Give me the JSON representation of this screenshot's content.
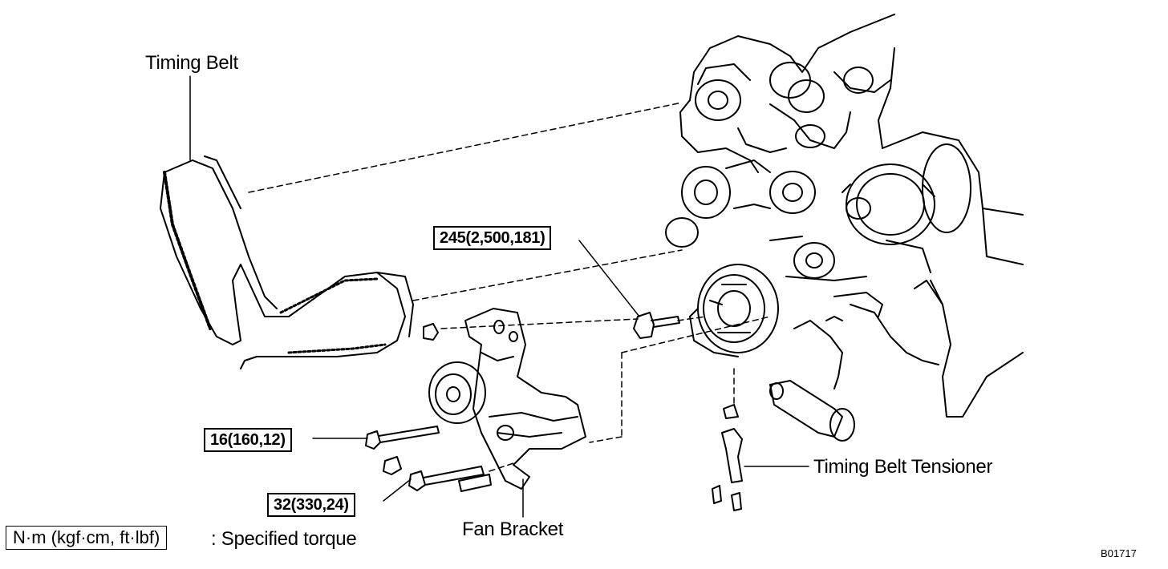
{
  "labels": {
    "timing_belt": "Timing Belt",
    "timing_belt_tensioner": "Timing Belt Tensioner",
    "fan_bracket": "Fan Bracket"
  },
  "torques": {
    "crank_bolt": "245(2,500,181)",
    "fan_bracket_bolt_upper": "16(160,12)",
    "fan_bracket_bolt_lower": "32(330,24)"
  },
  "legend": {
    "box_text": "N·m (kgf·cm, ft·lbf)",
    "description": ": Specified torque"
  },
  "figure_code": "B01717"
}
